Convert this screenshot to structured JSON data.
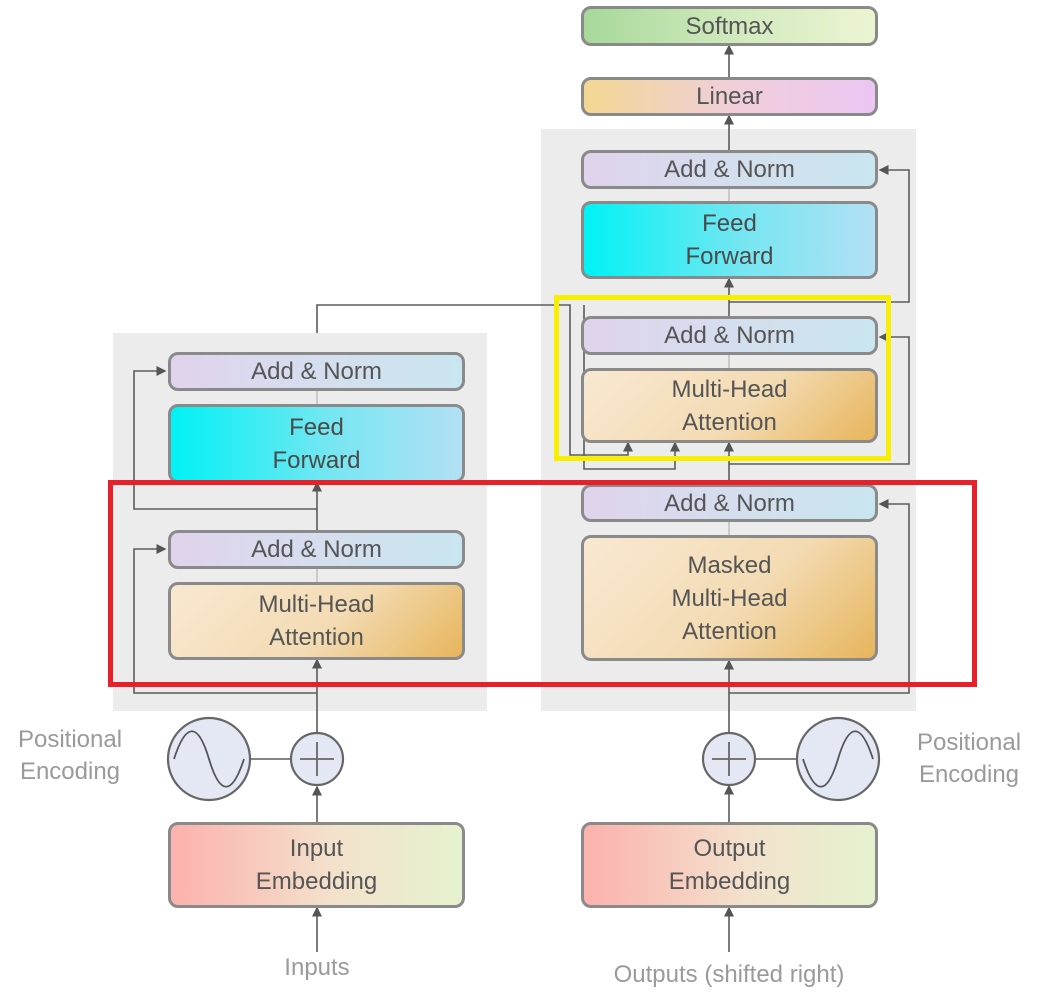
{
  "encoder": {
    "add_norm_top": "Add & Norm",
    "feed_forward": "Feed\nForward",
    "add_norm_bottom": "Add & Norm",
    "attention": "Multi-Head\nAttention",
    "embedding": "Input\nEmbedding",
    "positional": "Positional\nEncoding",
    "input_label": "Inputs"
  },
  "decoder": {
    "add_norm_top": "Add & Norm",
    "feed_forward": "Feed\nForward",
    "add_norm_middle": "Add & Norm",
    "cross_attention": "Multi-Head\nAttention",
    "add_norm_bottom": "Add & Norm",
    "masked_attention": "Masked\nMulti-Head\nAttention",
    "embedding": "Output\nEmbedding",
    "positional": "Positional\nEncoding",
    "output_label": "Outputs (shifted right)"
  },
  "head": {
    "linear": "Linear",
    "softmax": "Softmax"
  },
  "icons": {
    "add": "plus-circle-icon",
    "positional": "sine-wave-icon"
  },
  "colors": {
    "highlight_red": "#e8202a",
    "highlight_yellow": "#f7ee00"
  }
}
